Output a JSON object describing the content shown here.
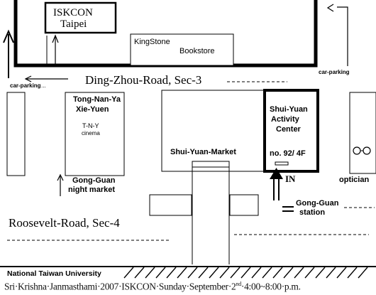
{
  "map": {
    "top_building": {
      "iskcon_line1": "ISKCON",
      "iskcon_line2": "Taipei",
      "kingstone_line1": "KingStone",
      "kingstone_line2": "Bookstore"
    },
    "parking_left": "car-parking",
    "parking_right": "car-parking",
    "road_north": "Ding-Zhou-Road, Sec-3",
    "road_south": "Roosevelt-Road, Sec-4",
    "tnyx": {
      "line1": "Tong-Nan-Ya",
      "line2": "Xie-Yuen",
      "cinema_line1": "T-N-Y",
      "cinema_line2": "cinema"
    },
    "market": "Shui-Yuan-Market",
    "activity_center": {
      "line1": "Shui-Yuan",
      "line2": "Activity",
      "line3": "Center",
      "address": "no. 92/ 4F"
    },
    "entrance": "IN",
    "optician": "optician",
    "gongguan_market_line1": "Gong-Guan",
    "gongguan_market_line2": "night market",
    "gongguan_station_line1": "Gong-Guan",
    "gongguan_station_line2": "station",
    "university": "National Taiwan University"
  },
  "caption": {
    "text_pre": "Sri·Krishna·Janmasthami·2007·ISKCON·Sunday·September·2",
    "text_sup": "nd",
    "text_post": "·4:00~8:00·p.m."
  }
}
